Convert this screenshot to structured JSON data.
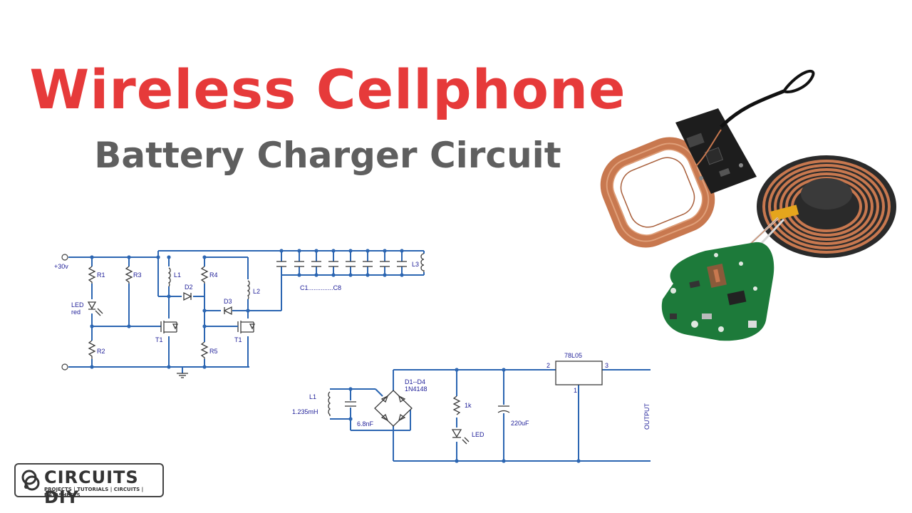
{
  "title": "Wireless Cellphone",
  "subtitle": "Battery Charger Circuit",
  "transmitter": {
    "supply": "+30v",
    "r1": "R1",
    "r2": "R2",
    "r3": "R3",
    "r4": "R4",
    "r5": "R5",
    "led_line1": "LED",
    "led_line2": "red",
    "l1": "L1",
    "l2": "L2",
    "l3": "L3",
    "d2": "D2",
    "d3": "D3",
    "t1_left": "T1",
    "t1_right": "T1",
    "cap_range": "C1..............C8"
  },
  "receiver": {
    "coil": "L1",
    "coil_value": "1.235mH",
    "cap_value": "6.8nF",
    "diodes_line1": "D1--D4",
    "diodes_line2": "1N4148",
    "resistor": "1k",
    "led": "LED",
    "cap2": "220uF",
    "regulator": "78L05",
    "pin_in": "2",
    "pin_out": "3",
    "pin_gnd": "1",
    "output": "OUTPUT"
  },
  "logo": {
    "name": "CIRCUITS DIY",
    "tagline": "PROJECTS | TUTORIALS | CIRCUITS | DATASHEETS"
  },
  "colors": {
    "title": "#e63a3a",
    "subtitle": "#5f5f5f",
    "wire": "#2c66b2",
    "copper": "#c8784f",
    "pcb_green": "#1d7a3a"
  }
}
